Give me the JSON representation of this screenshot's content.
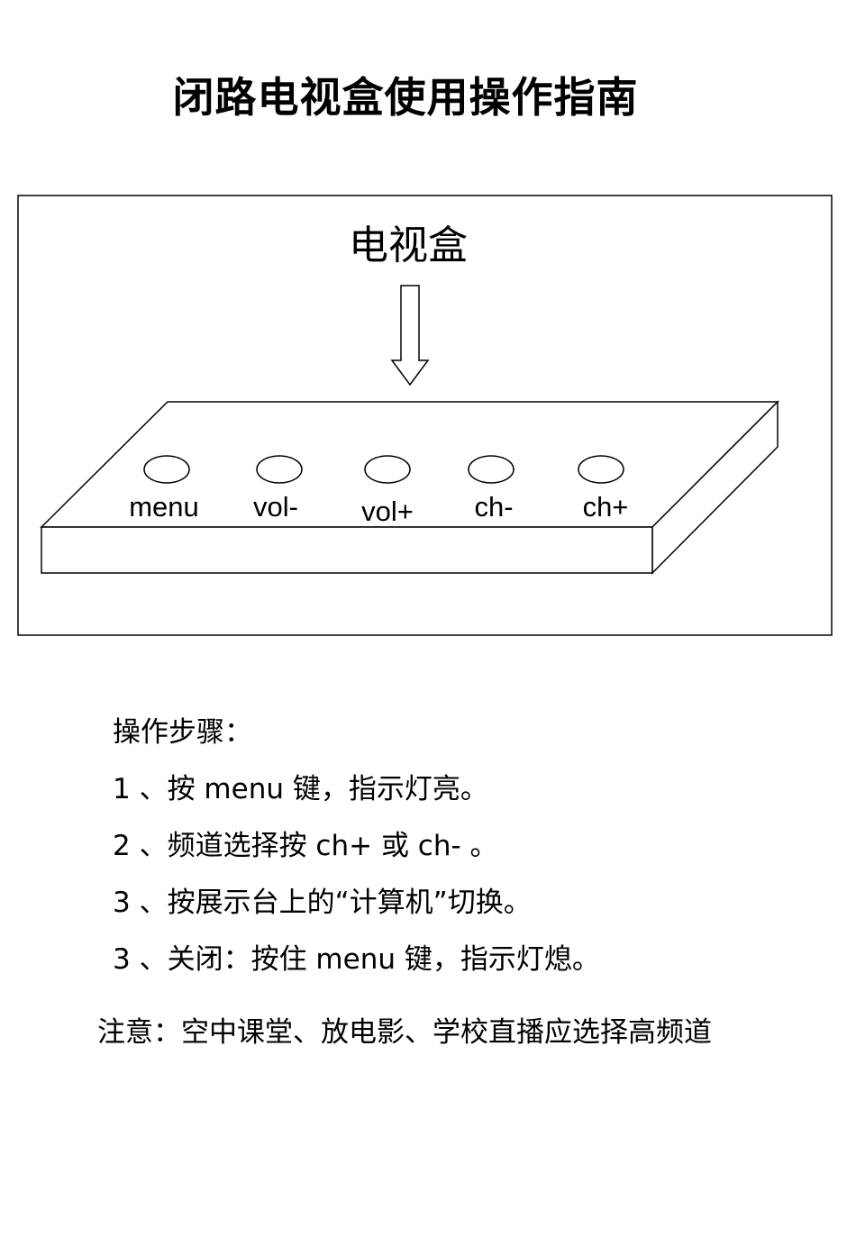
{
  "document": {
    "title": "闭路电视盒使用操作指南"
  },
  "diagram": {
    "device_label": "电视盒",
    "buttons": [
      {
        "label": "menu"
      },
      {
        "label": "vol-"
      },
      {
        "label": "vol+"
      },
      {
        "label": "ch-"
      },
      {
        "label": "ch+"
      }
    ]
  },
  "instructions": {
    "heading": "操作步骤：",
    "steps": [
      "1 、按 menu 键，指示灯亮。",
      "2 、频道选择按 ch+ 或 ch- 。",
      "3 、按展示台上的“计算机”切换。",
      "3 、关闭：按住 menu 键，指示灯熄。"
    ]
  },
  "note": "注意：空中课堂、放电影、学校直播应选择高频道"
}
